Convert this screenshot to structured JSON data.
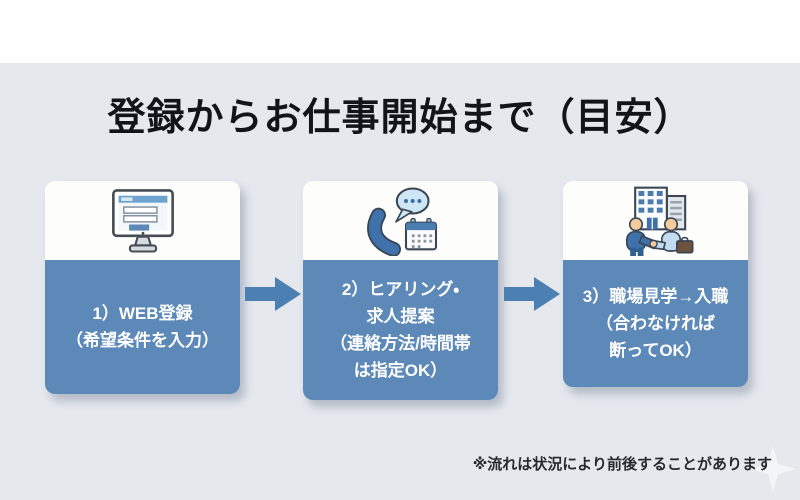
{
  "header": {
    "title": "登録からお仕事開始まで（目安）"
  },
  "steps": [
    {
      "id": "1",
      "icon": "monitor-form-icon",
      "lines": [
        "1）WEB登録",
        "（希望条件を入力）"
      ]
    },
    {
      "id": "2",
      "icon": "phone-chat-calendar-icon",
      "lines": [
        "2）ヒアリング・",
        "求人提案",
        "（連絡方法/時間帯",
        "は指定OK）"
      ]
    },
    {
      "id": "3",
      "icon": "handshake-building-icon",
      "lines": [
        "3）職場見学→入職",
        "（合わなければ",
        "断ってOK）"
      ]
    }
  ],
  "footer": {
    "note": "※流れは状況により前後することがあります"
  },
  "colors": {
    "background": "#e5e9ee",
    "top_band": "#ffffff",
    "card_blue": "#5c89b8",
    "arrow_blue": "#4d80b2",
    "card_white": "#fdfdfc",
    "title_text": "#111418",
    "card_text": "#ffffff",
    "note_text": "#26292d"
  }
}
